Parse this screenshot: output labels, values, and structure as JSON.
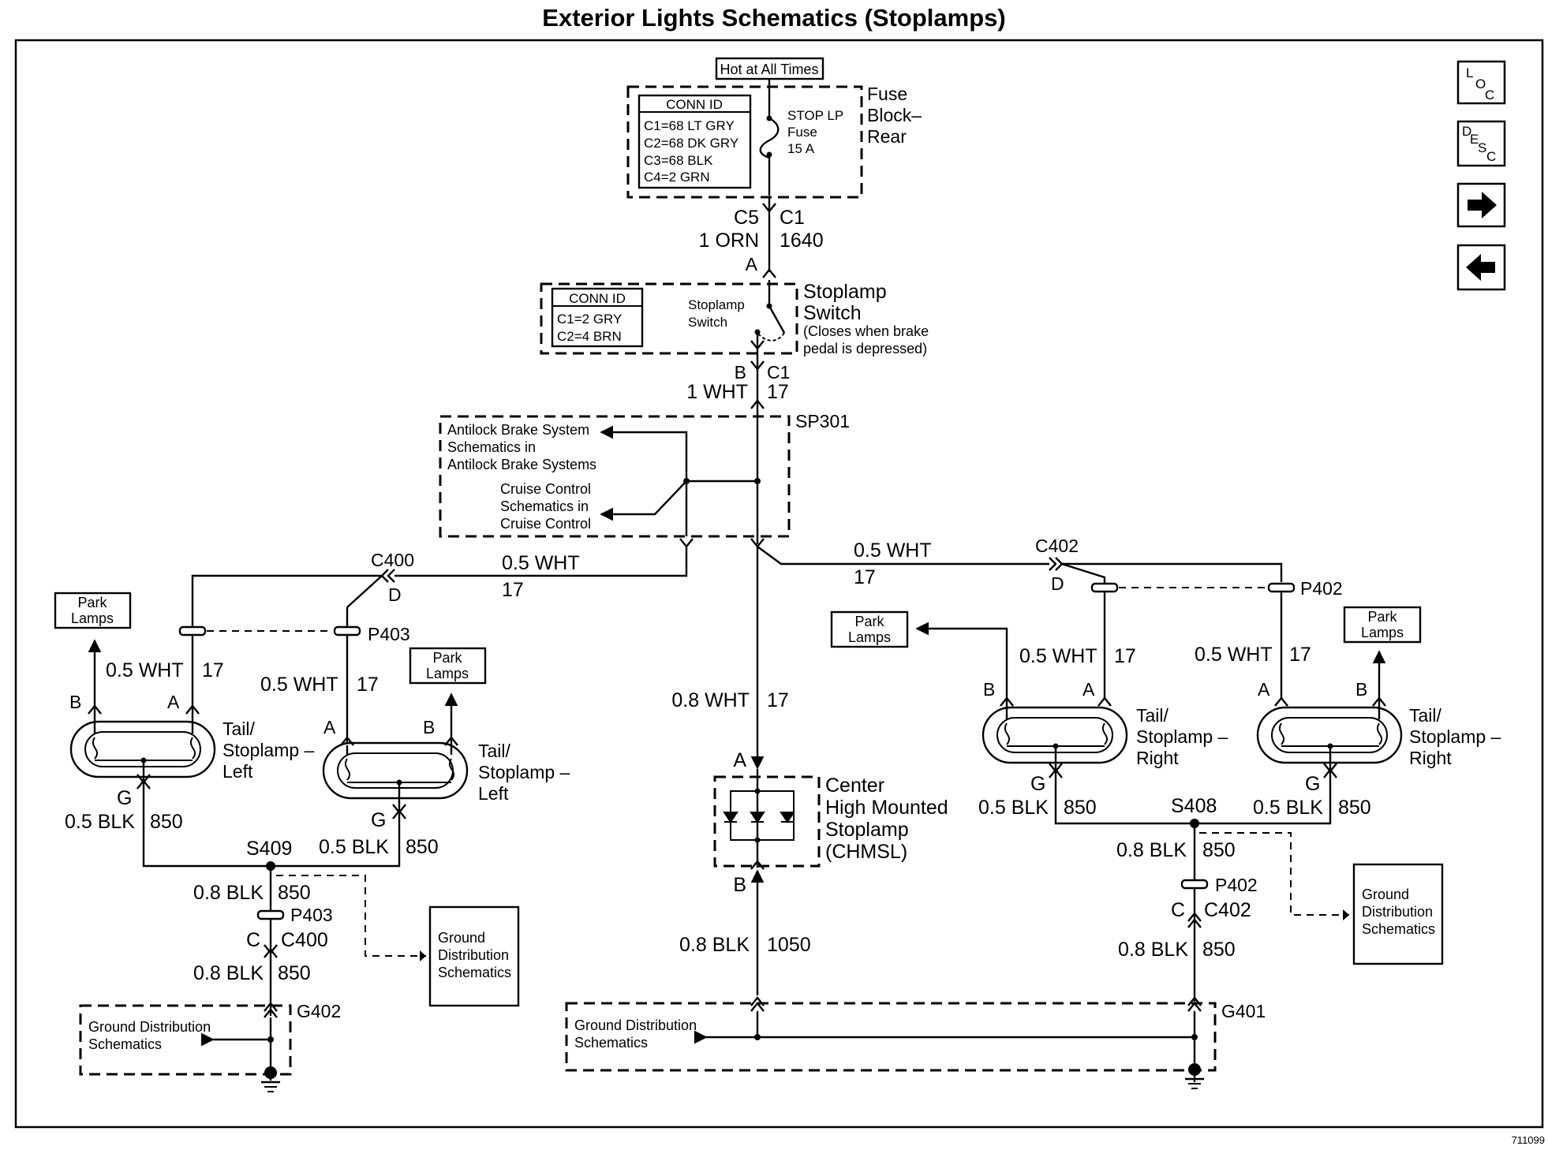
{
  "title": "Exterior Lights Schematics (Stoplamps)",
  "diagram_id": "711099",
  "nav": {
    "loc": {
      "l1": "L",
      "l2": "O",
      "l3": "C"
    },
    "desc": {
      "l1": "D",
      "l2": "E",
      "l3": "S",
      "l4": "C"
    }
  },
  "labels": {
    "hot_at_all_times": "Hot at All Times",
    "fuse_block_1": "Fuse",
    "fuse_block_2": "Block–",
    "fuse_block_3": "Rear",
    "fuse_conn_title": "CONN ID",
    "fuse_conn_1": "C1=68 LT GRY",
    "fuse_conn_2": "C2=68 DK GRY",
    "fuse_conn_3": "C3=68 BLK",
    "fuse_conn_4": "C4=2 GRN",
    "fuse_1": "STOP LP",
    "fuse_2": "Fuse",
    "fuse_3": "15 A",
    "c5": "C5",
    "c1_top": "C1",
    "wire_1orn": "1 ORN",
    "circ_1640": "1640",
    "pin_a_top": "A",
    "switch_1": "Stoplamp",
    "switch_2": "Switch",
    "switch_note_1": "(Closes when brake",
    "switch_note_2": "pedal is depressed)",
    "switch_inner_1": "Stoplamp",
    "switch_inner_2": "Switch",
    "switch_conn_title": "CONN ID",
    "switch_conn_1": "C1=2 GRY",
    "switch_conn_2": "C2=4 BRN",
    "pin_b_sw": "B",
    "c1_sw": "C1",
    "wire_1wht": "1 WHT",
    "circ_17_sw": "17",
    "sp301": "SP301",
    "abs_1": "Antilock Brake System",
    "abs_2": "Schematics in",
    "abs_3": "Antilock Brake Systems",
    "cruise_1": "Cruise Control",
    "cruise_2": "Schematics in",
    "cruise_3": "Cruise Control",
    "c400": "C400",
    "pin_d_left": "D",
    "wire_left_main": "0.5 WHT",
    "circ_left_main": "17",
    "c402": "C402",
    "pin_d_right": "D",
    "wire_right_main": "0.5 WHT",
    "circ_right_main": "17",
    "p403_top": "P403",
    "p402_top": "P402",
    "park_lamps_1": "Park",
    "park_lamps_2": "Lamps",
    "wire_ll": "0.5 WHT",
    "circ_ll": "17",
    "wire_l2": "0.5 WHT",
    "circ_l2": "17",
    "wire_r1": "0.5 WHT",
    "circ_r1": "17",
    "wire_r2": "0.5 WHT",
    "circ_r2": "17",
    "pin_b": "B",
    "pin_a": "A",
    "pin_g": "G",
    "tail_1": "Tail/",
    "tail_2": "Stoplamp –",
    "tail_left": "Left",
    "tail_right": "Right",
    "wire_blk_05": "0.5 BLK",
    "circ_850": "850",
    "s409": "S409",
    "s408": "S408",
    "wire_blk_08": "0.8 BLK",
    "p403_bot": "P403",
    "p402_bot": "P402",
    "pin_c": "C",
    "c400_bot": "C400",
    "c402_bot": "C402",
    "ground_dist_1": "Ground",
    "ground_dist_2": "Distribution",
    "ground_dist_3": "Schematics",
    "gd_long_1": "Ground Distribution",
    "gd_long_2": "Schematics",
    "g402": "G402",
    "g401": "G401",
    "wire_center": "0.8 WHT",
    "circ_center": "17",
    "pin_a_chmsl": "A",
    "pin_b_chmsl": "B",
    "chmsl_1": "Center",
    "chmsl_2": "High Mounted",
    "chmsl_3": "Stoplamp",
    "chmsl_4": "(CHMSL)",
    "wire_chmsl_gnd": "0.8 BLK",
    "circ_1050": "1050"
  }
}
